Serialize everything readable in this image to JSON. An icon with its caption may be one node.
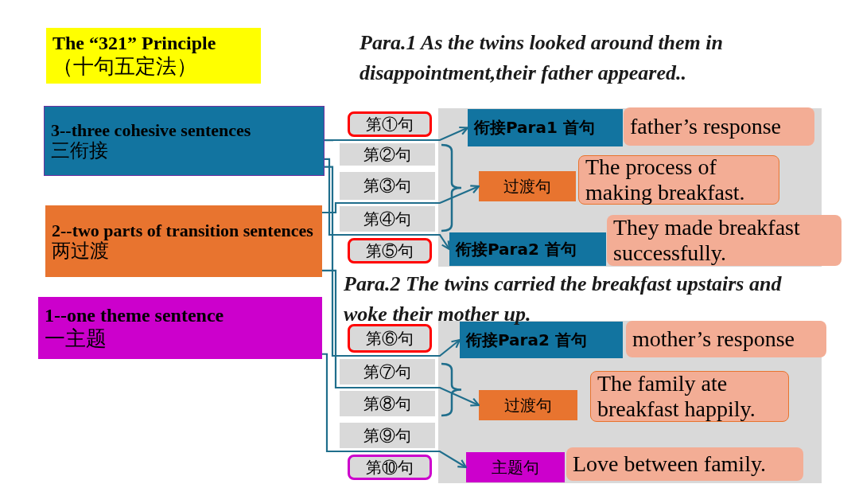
{
  "diagram": {
    "nodes": [
      {
        "text": [
          "The “321” Principle",
          "（十句五定法）"
        ]
      },
      {
        "text": [
          "3--three cohesive sentences",
          "三衔接"
        ]
      },
      {
        "text": [
          "2--two parts of transition sentences",
          "两过渡"
        ]
      },
      {
        "text": [
          "1--one theme sentence",
          "一主题"
        ]
      },
      {
        "text": [
          "第①句"
        ]
      },
      {
        "text": [
          "衔接Para1 首句"
        ]
      },
      {
        "text": [
          "father’s response"
        ]
      },
      {
        "text": [
          "第②句"
        ]
      },
      {
        "text": [
          "第③句"
        ]
      },
      {
        "text": [
          "过渡句"
        ]
      },
      {
        "text": [
          "The process of making breakfast."
        ]
      },
      {
        "text": [
          "第④句"
        ]
      },
      {
        "text": [
          "第⑤句"
        ]
      },
      {
        "text": [
          "衔接Para2 首句"
        ]
      },
      {
        "text": [
          "They made breakfast successfully."
        ]
      },
      {
        "text": [
          "第⑥句"
        ]
      },
      {
        "text": [
          "衔接Para2 首句"
        ]
      },
      {
        "text": [
          "mother’s response"
        ]
      },
      {
        "text": [
          "第⑦句"
        ]
      },
      {
        "text": [
          "第⑧句"
        ]
      },
      {
        "text": [
          "过渡句"
        ]
      },
      {
        "text": [
          "The family ate breakfast happily."
        ]
      },
      {
        "text": [
          "第⑨句"
        ]
      },
      {
        "text": [
          "第⑩句"
        ]
      },
      {
        "text": [
          "主题句"
        ]
      },
      {
        "text": [
          "Love between family."
        ]
      }
    ],
    "edges": [
      {
        "from": 1,
        "to": 5,
        "arrow": "to"
      },
      {
        "from": 1,
        "to": 13,
        "arrow": "to"
      },
      {
        "from": 1,
        "to": 16,
        "arrow": "to"
      },
      {
        "from": 2,
        "to": 9,
        "arrow": "to"
      },
      {
        "from": 2,
        "to": 20,
        "arrow": "to"
      },
      {
        "from": 3,
        "to": 24,
        "arrow": "to"
      }
    ],
    "labels": [
      "Para.1 As the twins looked around them in disappointment,their father appeared..",
      "Para.2 The twins carried the breakfast upstairs and woke their mother up."
    ]
  }
}
